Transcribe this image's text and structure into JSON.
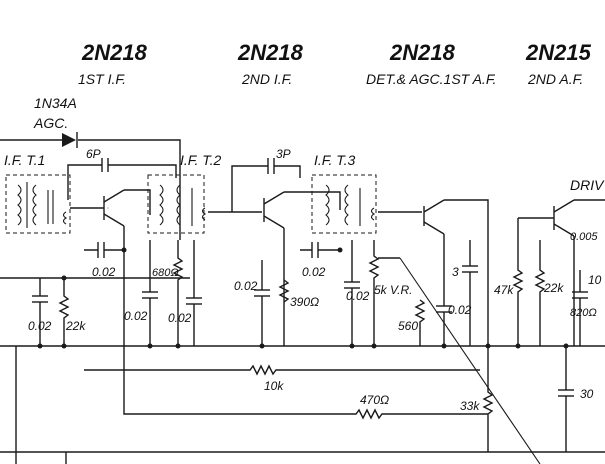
{
  "stages": [
    {
      "type": "2N218",
      "role": "1ST I.F."
    },
    {
      "type": "2N218",
      "role": "2ND I.F."
    },
    {
      "type": "2N218",
      "role": "DET.& AGC.1ST A.F."
    },
    {
      "type": "2N215",
      "role": "2ND A.F."
    }
  ],
  "diode": {
    "type": "1N34A",
    "role": "AGC."
  },
  "transformers": {
    "t1": "I.F. T.1",
    "t2": "I.F. T.2",
    "t3": "I.F. T.3"
  },
  "driver_label": "DRIV",
  "components": {
    "c_6p": "6P",
    "c_3p": "3P",
    "c_002_a": "0.02",
    "c_002_b": "0.02",
    "r_22k": "22k",
    "r_680": "680Ω",
    "c_002_c": "0.02",
    "c_002_d": "0.02",
    "c_002_e": "0.02",
    "c_002_f": "0.02",
    "r_390": "390Ω",
    "c_002_g": "0.02",
    "vr_5k": "5k V.R.",
    "r_560": "560",
    "c_002_h": "0.02",
    "c_3": "3",
    "r_47k": "47k",
    "r_22k_b": "22k",
    "c_0005": "0.005",
    "c_10": "10",
    "r_820": "820Ω",
    "r_10k": "10k",
    "r_470": "470Ω",
    "r_33k": "33k",
    "c_30": "30"
  }
}
